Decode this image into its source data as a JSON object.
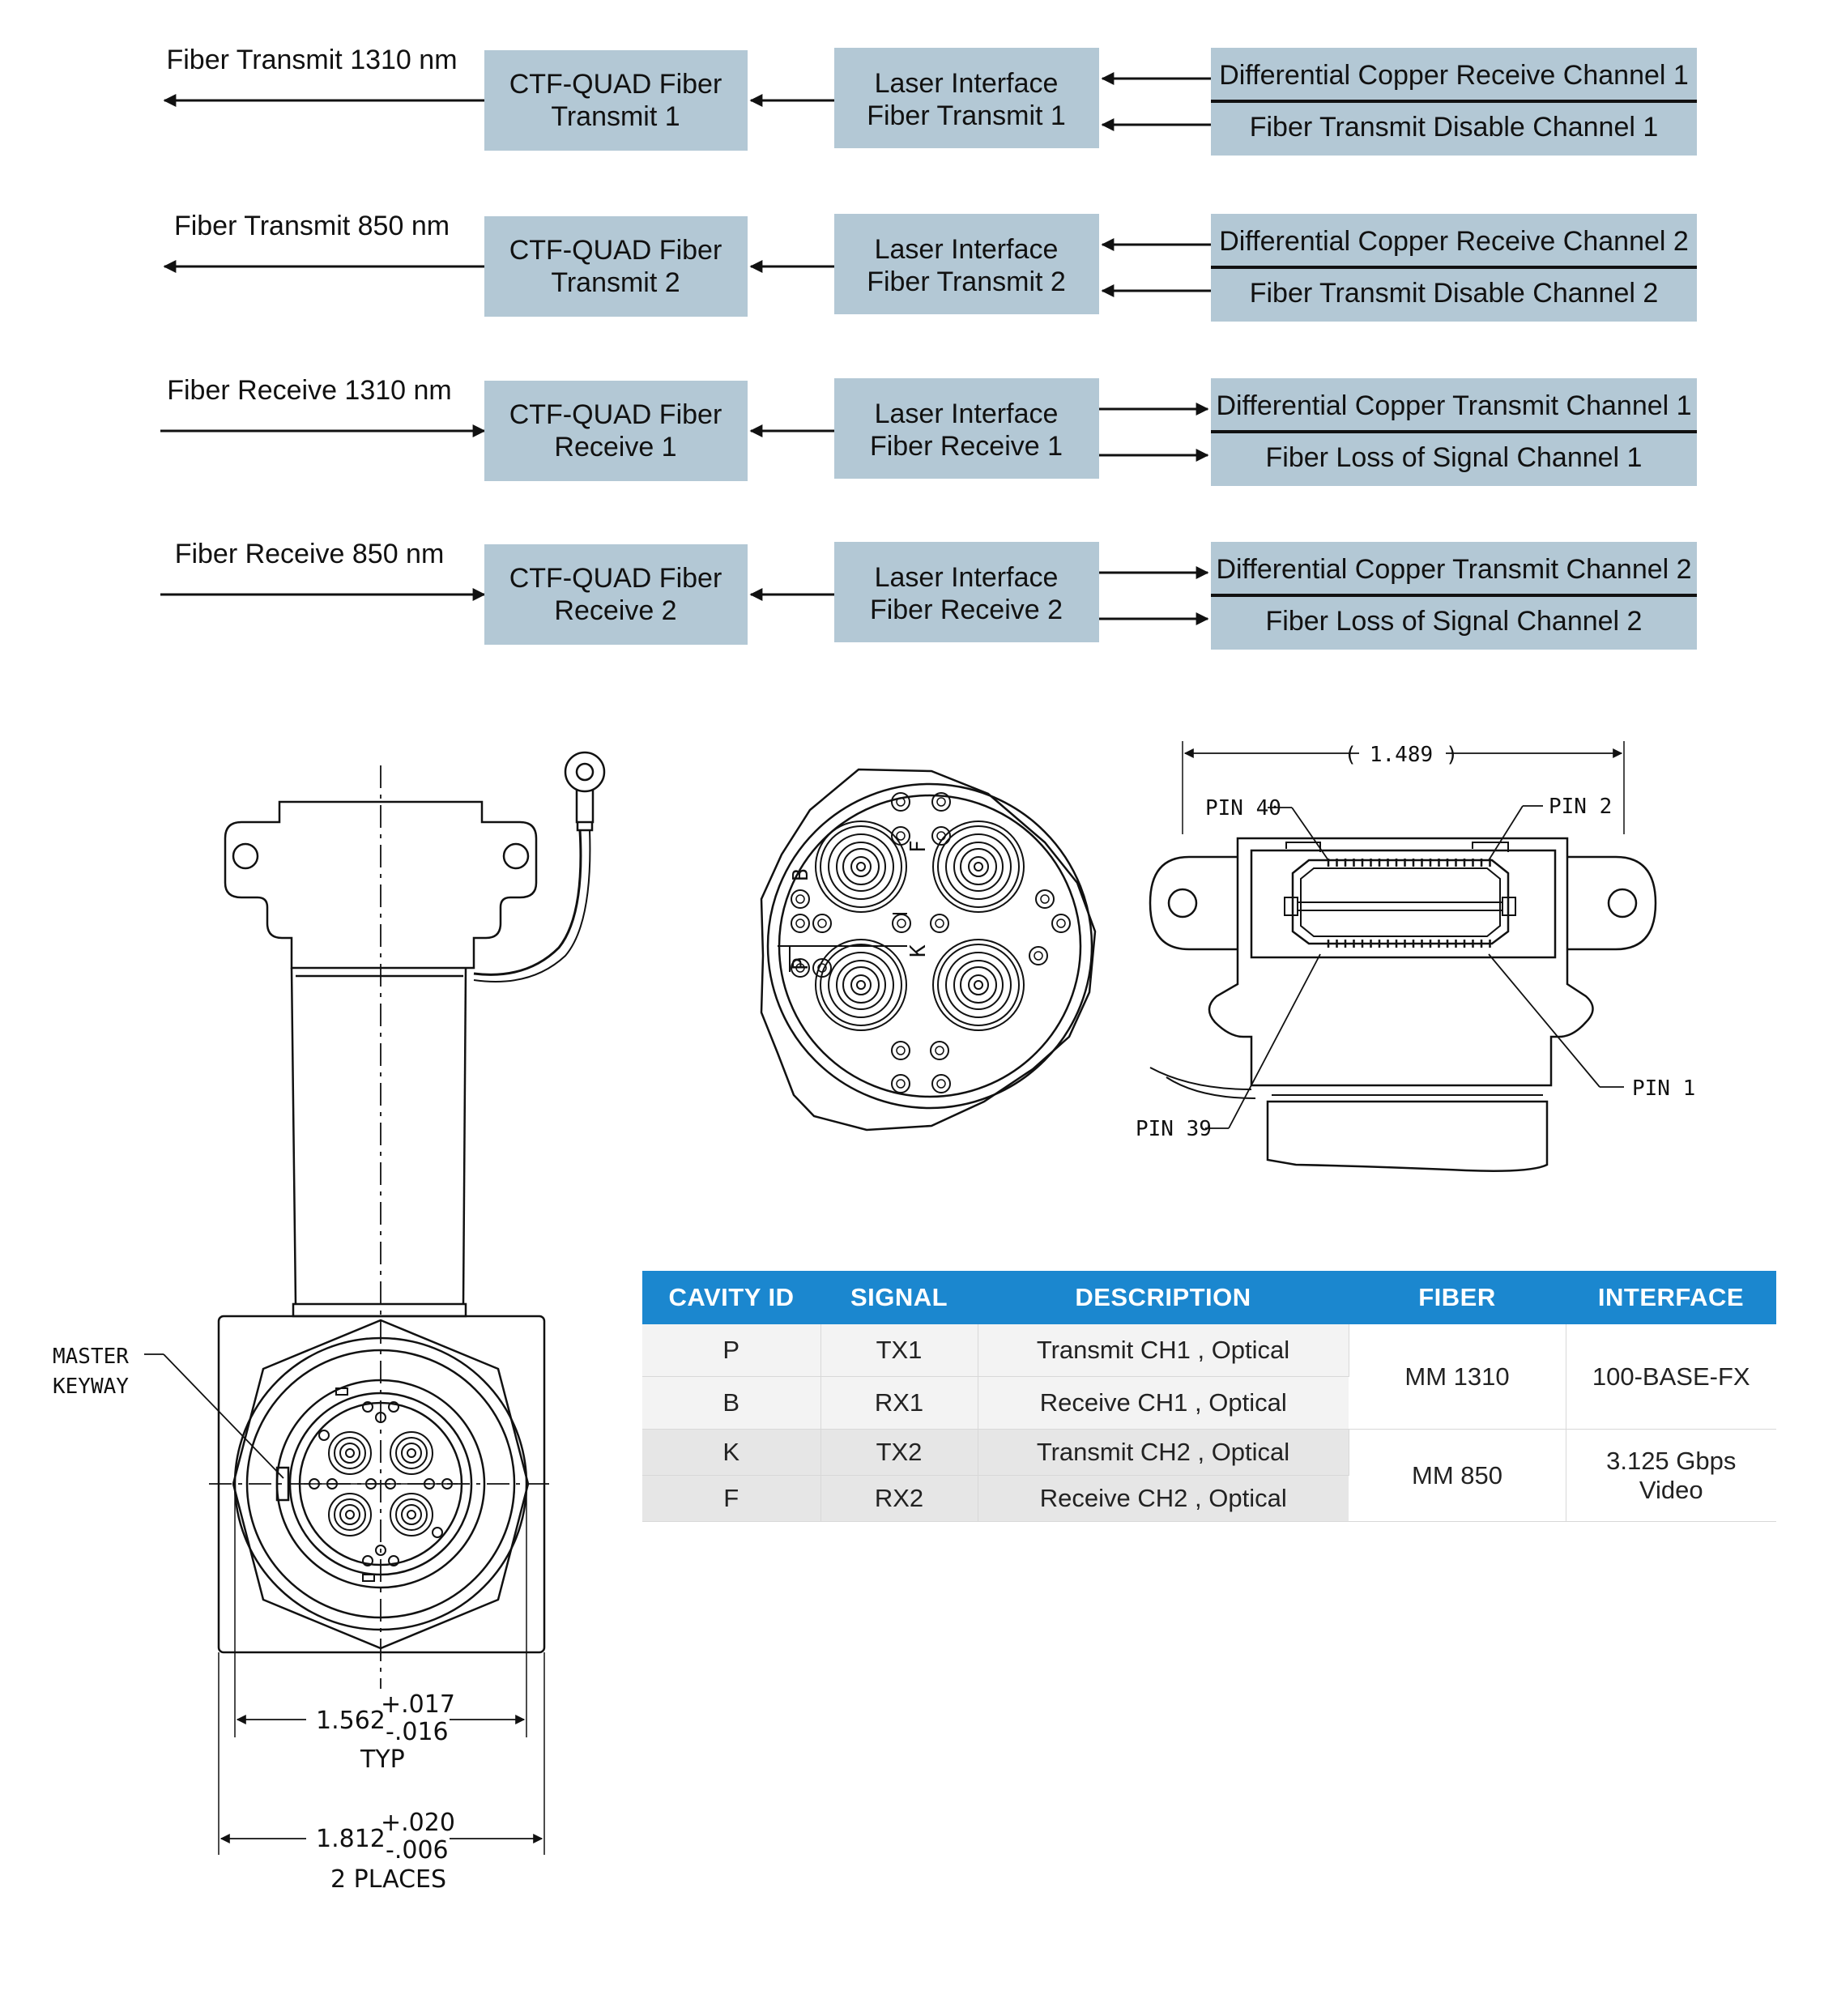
{
  "block_diagram": {
    "rows": [
      {
        "external_label": "Fiber Transmit 1310 nm",
        "ctf_block": [
          "CTF-QUAD Fiber",
          "Transmit 1"
        ],
        "laser_block": [
          "Laser Interface",
          "Fiber Transmit 1"
        ],
        "signals": [
          "Differential Copper Receive Channel 1",
          "Fiber Transmit Disable Channel 1"
        ]
      },
      {
        "external_label": "Fiber Transmit 850 nm",
        "ctf_block": [
          "CTF-QUAD Fiber",
          "Transmit 2"
        ],
        "laser_block": [
          "Laser Interface",
          "Fiber Transmit 2"
        ],
        "signals": [
          "Differential Copper Receive Channel 2",
          "Fiber Transmit Disable Channel 2"
        ]
      },
      {
        "external_label": "Fiber Receive 1310 nm",
        "ctf_block": [
          "CTF-QUAD Fiber",
          "Receive 1"
        ],
        "laser_block": [
          "Laser Interface",
          "Fiber Receive 1"
        ],
        "signals": [
          "Differential Copper Transmit Channel 1",
          "Fiber Loss of Signal Channel 1"
        ]
      },
      {
        "external_label": "Fiber Receive 850 nm",
        "ctf_block": [
          "CTF-QUAD Fiber",
          "Receive 2"
        ],
        "laser_block": [
          "Laser Interface",
          "Fiber Receive 2"
        ],
        "signals": [
          "Differential Copper Transmit Channel 2",
          "Fiber Loss of Signal Channel 2"
        ]
      }
    ],
    "colors": {
      "block_fill": "#b3c8d5",
      "line": "#111111"
    }
  },
  "connector_drawing": {
    "master_keyway": [
      "MASTER",
      "KEYWAY"
    ],
    "dim_inner": {
      "value": "1.562",
      "plus": "+.017",
      "minus": "-.016",
      "note": "TYP"
    },
    "dim_outer": {
      "value": "1.812",
      "plus": "+.020",
      "minus": "-.006",
      "note": "2 PLACES"
    }
  },
  "face_view": {
    "cavity_letters": [
      "B",
      "F",
      "P",
      "K"
    ]
  },
  "pcb_connector": {
    "width_dim": "( 1.489 )",
    "pin_labels": {
      "pin40": "PIN 40",
      "pin2": "PIN 2",
      "pin1": "PIN 1",
      "pin39": "PIN 39"
    }
  },
  "table": {
    "headers": [
      "CAVITY ID",
      "SIGNAL",
      "DESCRIPTION",
      "FIBER",
      "INTERFACE"
    ],
    "rows": [
      {
        "cavity": "P",
        "signal": "TX1",
        "description": "Transmit CH1 , Optical"
      },
      {
        "cavity": "B",
        "signal": "RX1",
        "description": "Receive CH1 , Optical"
      },
      {
        "cavity": "K",
        "signal": "TX2",
        "description": "Transmit CH2 , Optical"
      },
      {
        "cavity": "F",
        "signal": "RX2",
        "description": "Receive CH2 , Optical"
      }
    ],
    "groups": [
      {
        "fiber": "MM 1310",
        "interface": "100-BASE-FX"
      },
      {
        "fiber": "MM 850",
        "interface": [
          "3.125 Gbps",
          "Video"
        ]
      }
    ],
    "colors": {
      "header": "#1b87cf"
    }
  }
}
